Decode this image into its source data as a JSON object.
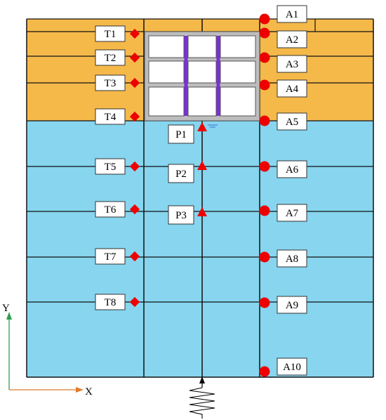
{
  "colors": {
    "soil_upper": "#F5B94A",
    "soil_lower": "#87D5EF",
    "grid": "#111111",
    "sensor": "#EE0000",
    "column": "#7A2FD6",
    "frame_fill": "#BDBDBD",
    "x_axis": "#E07A2A",
    "y_axis": "#2E9E4E"
  },
  "axes": {
    "x": "X",
    "y": "Y"
  },
  "t_sensors": [
    {
      "label": "T1"
    },
    {
      "label": "T2"
    },
    {
      "label": "T3"
    },
    {
      "label": "T4"
    },
    {
      "label": "T5"
    },
    {
      "label": "T6"
    },
    {
      "label": "T7"
    },
    {
      "label": "T8"
    }
  ],
  "a_sensors": [
    {
      "label": "A1"
    },
    {
      "label": "A2"
    },
    {
      "label": "A3"
    },
    {
      "label": "A4"
    },
    {
      "label": "A5"
    },
    {
      "label": "A6"
    },
    {
      "label": "A7"
    },
    {
      "label": "A8"
    },
    {
      "label": "A9"
    },
    {
      "label": "A10"
    }
  ],
  "p_sensors": [
    {
      "label": "P1"
    },
    {
      "label": "P2"
    },
    {
      "label": "P3"
    }
  ]
}
